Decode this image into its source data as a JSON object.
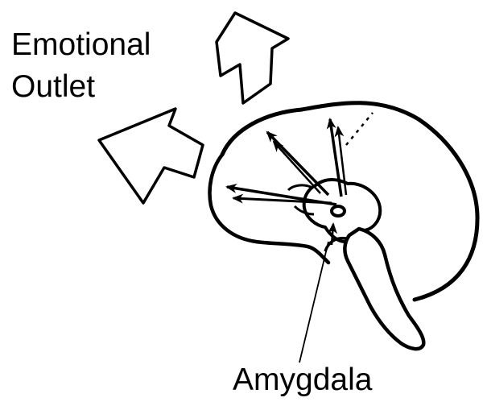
{
  "labels": {
    "emotional_outlet_line1": "Emotional",
    "emotional_outlet_line2": "Outlet",
    "amygdala": "Amygdala"
  },
  "colors": {
    "ink": "#000000",
    "background": "#ffffff"
  },
  "icons": {
    "outlet_arrows": "hollow-block-arrow",
    "internal_arrows": "thin-line-arrow"
  }
}
